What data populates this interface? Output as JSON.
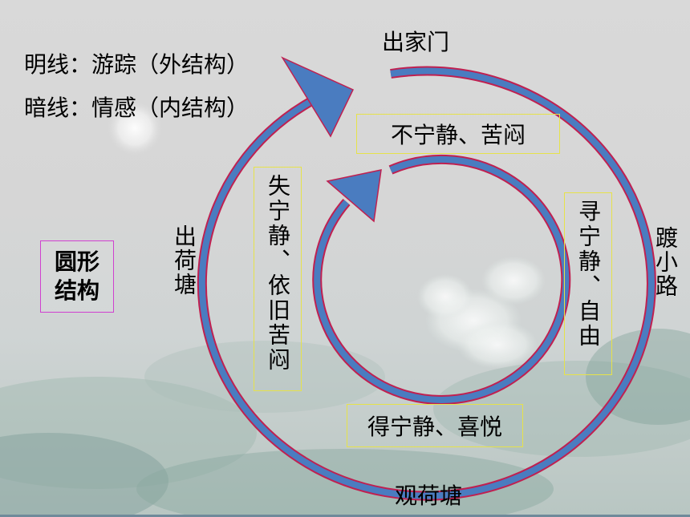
{
  "structure_label": "圆形\n结构",
  "lines": {
    "explicit": "明线：游踪（外结构）",
    "implicit": "暗线：情感（内结构）"
  },
  "locations": {
    "top": "出家门",
    "right": "踱小路",
    "bottom": "观荷塘",
    "left": "出荷塘"
  },
  "emotions": {
    "top": "不宁静、苦闷",
    "right": "寻宁静、自由",
    "bottom": "得宁静、喜悦",
    "left": "失宁静、依旧苦闷"
  },
  "colors": {
    "arrow_fill": "#4a7cc0",
    "arrow_outline": "#c02050",
    "box_border": "#e6e24a",
    "structure_border": "#d040d0"
  }
}
